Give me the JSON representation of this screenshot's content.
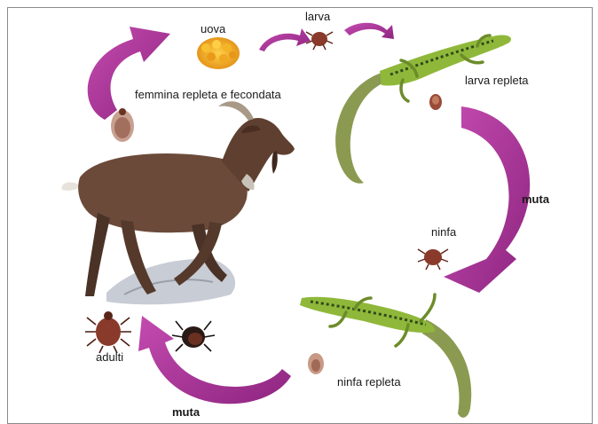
{
  "labels": {
    "uova": "uova",
    "larva": "larva",
    "larva_repleta": "larva repleta",
    "femmina": "femmina repleta e fecondata",
    "muta_right": "muta",
    "ninfa": "ninfa",
    "adulti": "adulti",
    "ninfa_repleta": "ninfa repleta",
    "muta_bottom": "muta"
  },
  "colors": {
    "arrow": "#b0339a",
    "arrow_dark": "#7a1f6b",
    "goat": "#6b4a3a",
    "lizard": "#8fb83a",
    "tick": "#8a3a2a",
    "eggs": "#f0a020"
  }
}
